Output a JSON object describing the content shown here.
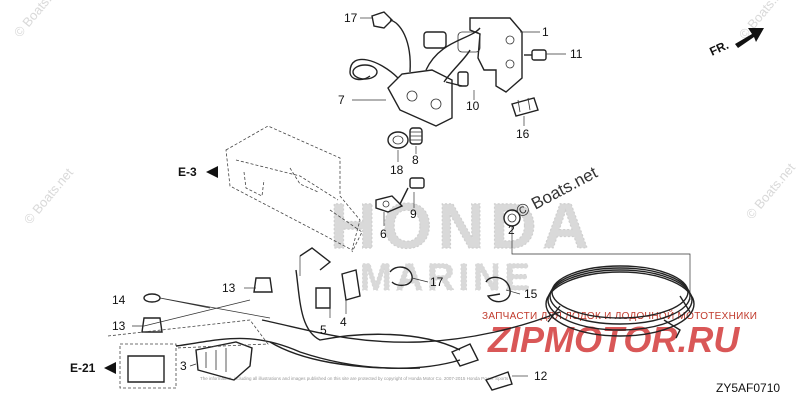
{
  "diagram": {
    "direction_label": "FR.",
    "diagram_code": "ZY5AF0710",
    "ref_labels": {
      "e3": "E-3",
      "e21": "E-21"
    },
    "callouts": [
      "1",
      "2",
      "3",
      "4",
      "5",
      "6",
      "7",
      "8",
      "9",
      "10",
      "11",
      "12",
      "13",
      "13",
      "14",
      "15",
      "16",
      "17",
      "17",
      "18"
    ]
  },
  "watermarks": {
    "boats_net": "© Boats.net",
    "boats_net_center": "© Boats.net",
    "brand": "HONDA",
    "brand_sub": "MARINE",
    "site_red": "ZIPMOTOR.RU",
    "site_caption": "ЗАПЧАСТИ ДЛЯ ЛОДОК И ЛОДОЧНОЙ МОТОТЕХНИКИ",
    "copyright": "The information, including all illustrations and images published on this site are protected by copyright of Honda Motor Co. 2007-2015 Honda Power Sports"
  },
  "colors": {
    "line": "#222222",
    "watermark_red": "#d23a3a",
    "watermark_gray": "#d9d9d9"
  }
}
